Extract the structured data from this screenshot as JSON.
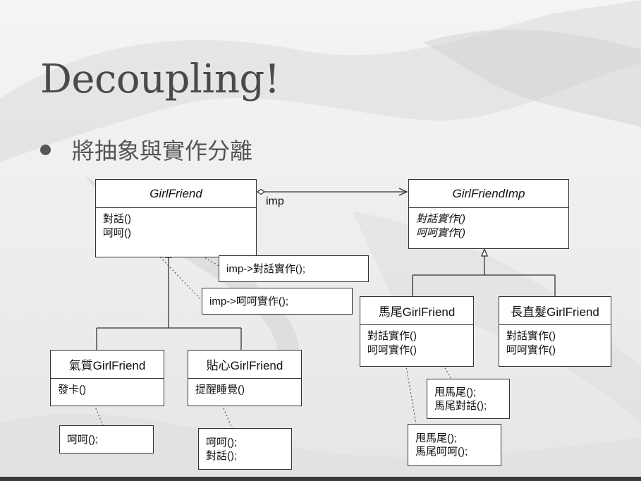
{
  "slide": {
    "title": "Decoupling!",
    "bullet": "將抽象與實作分離"
  },
  "diagram": {
    "classes": {
      "girlfriend": {
        "name": "GirlFriend",
        "methods": [
          "對話()",
          "呵呵()"
        ]
      },
      "girlfriend_imp": {
        "name": "GirlFriendImp",
        "methods": [
          "對話實作()",
          "呵呵實作()"
        ]
      },
      "qizhi": {
        "name": "氣質GirlFriend",
        "methods": [
          "發卡()"
        ]
      },
      "tiexin": {
        "name": "貼心GirlFriend",
        "methods": [
          "提醒睡覺()"
        ]
      },
      "mawei": {
        "name": "馬尾GirlFriend",
        "methods": [
          "對話實作()",
          "呵呵實作()"
        ]
      },
      "changzhifa": {
        "name": "長直髮GirlFriend",
        "methods": [
          "對話實作()",
          "呵呵實作()"
        ]
      }
    },
    "association_label": "imp",
    "notes": {
      "impl_talk": [
        "imp->對話實作();"
      ],
      "impl_hehe": [
        "imp->呵呵實作();"
      ],
      "qizhi_note": [
        "呵呵();"
      ],
      "tiexin_note": [
        "呵呵();",
        "對話();"
      ],
      "mawei_talk_note": [
        "甩馬尾();",
        "馬尾對話();"
      ],
      "mawei_hehe_note": [
        "甩馬尾();",
        "馬尾呵呵();"
      ]
    },
    "colors": {
      "line": "#333333",
      "note_link": "#555555"
    }
  }
}
